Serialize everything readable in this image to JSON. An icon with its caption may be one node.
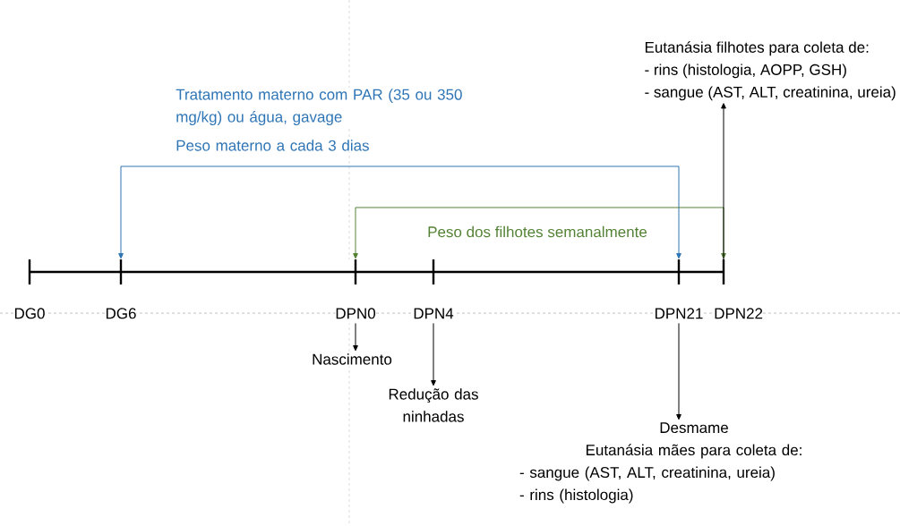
{
  "diagram": {
    "nodes": [
      {
        "text": [
          "DG0"
        ]
      },
      {
        "text": [
          "DG6"
        ]
      },
      {
        "text": [
          "DPN0"
        ]
      },
      {
        "text": [
          "DPN4"
        ]
      },
      {
        "text": [
          "DPN21"
        ]
      },
      {
        "text": [
          "DPN22"
        ]
      },
      {
        "text": [
          "Eutanásia filhotes para coleta de:",
          "- rins (histologia, AOPP, GSH)",
          "- sangue (AST, ALT, creatinina, ureia)"
        ]
      },
      {
        "text": [
          "Nascimento"
        ]
      },
      {
        "text": [
          "Redução das ninhadas"
        ]
      },
      {
        "text": [
          "Desmame",
          "Eutanásia mães para coleta de:",
          "- sangue (AST, ALT, creatinina, ureia)",
          "- rins (histologia)"
        ]
      }
    ],
    "edges": [
      {
        "from": 1,
        "to": 4,
        "arrow": "both",
        "color": "#2e75b6"
      },
      {
        "from": 2,
        "to": 5,
        "arrow": "both",
        "color": "#548235",
        "label": "Peso dos filhotes semanalmente"
      },
      {
        "from": 5,
        "to": 6,
        "arrow": "to"
      },
      {
        "from": 2,
        "to": 7,
        "arrow": "to"
      },
      {
        "from": 3,
        "to": 8,
        "arrow": "to"
      },
      {
        "from": 4,
        "to": 9,
        "arrow": "to"
      }
    ],
    "labels": [
      "Tratamento materno com PAR (35 ou 350 mg/kg) ou água, gavage",
      "Peso materno a cada 3 dias"
    ]
  }
}
